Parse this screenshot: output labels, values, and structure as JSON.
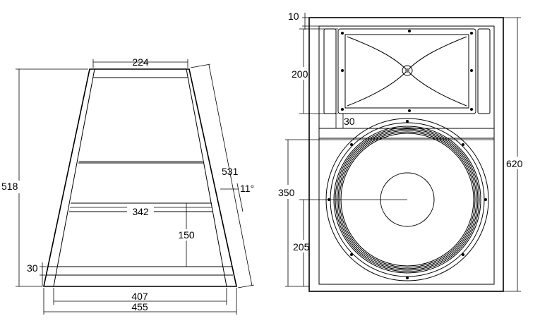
{
  "side_view": {
    "top_width": "224",
    "height": "518",
    "slant_length": "531",
    "angle": "11°",
    "shelf_width": "342",
    "shelf_height": "150",
    "base_thickness": "30",
    "inner_base_width": "407",
    "outer_base_width": "455"
  },
  "front_view": {
    "top_offset": "10",
    "horn_height": "200",
    "horn_gap": "30",
    "woofer_center_height": "350",
    "woofer_lower": "205",
    "total_height": "620"
  }
}
